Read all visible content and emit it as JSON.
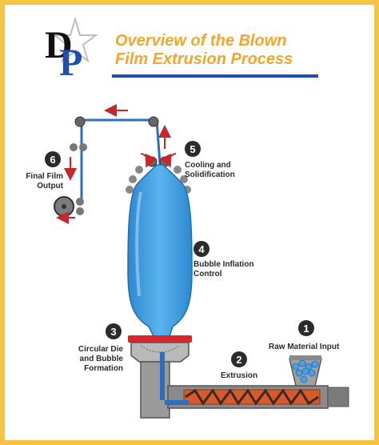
{
  "header": {
    "title_line1": "Overview of the Blown",
    "title_line2": "Film Extrusion Process",
    "logo_letters": "DP"
  },
  "colors": {
    "frame": "#f6c445",
    "accent_title": "#f2a62b",
    "rule_blue": "#1d4fae",
    "bubble": "#3d9ee0",
    "arrow_red": "#c8262a",
    "machine_grey": "#8a8a8a"
  },
  "steps": [
    {
      "number": "1",
      "label_lines": [
        "Raw Material Input"
      ]
    },
    {
      "number": "2",
      "label_lines": [
        "Extrusion"
      ]
    },
    {
      "number": "3",
      "label_lines": [
        "Circular Die",
        "and Bubble",
        "Formation"
      ]
    },
    {
      "number": "4",
      "label_lines": [
        "Bubble Inflation",
        "Control"
      ]
    },
    {
      "number": "5",
      "label_lines": [
        "Cooling and",
        "Solidification"
      ]
    },
    {
      "number": "6",
      "label_lines": [
        "Final Film",
        "Output"
      ]
    }
  ]
}
